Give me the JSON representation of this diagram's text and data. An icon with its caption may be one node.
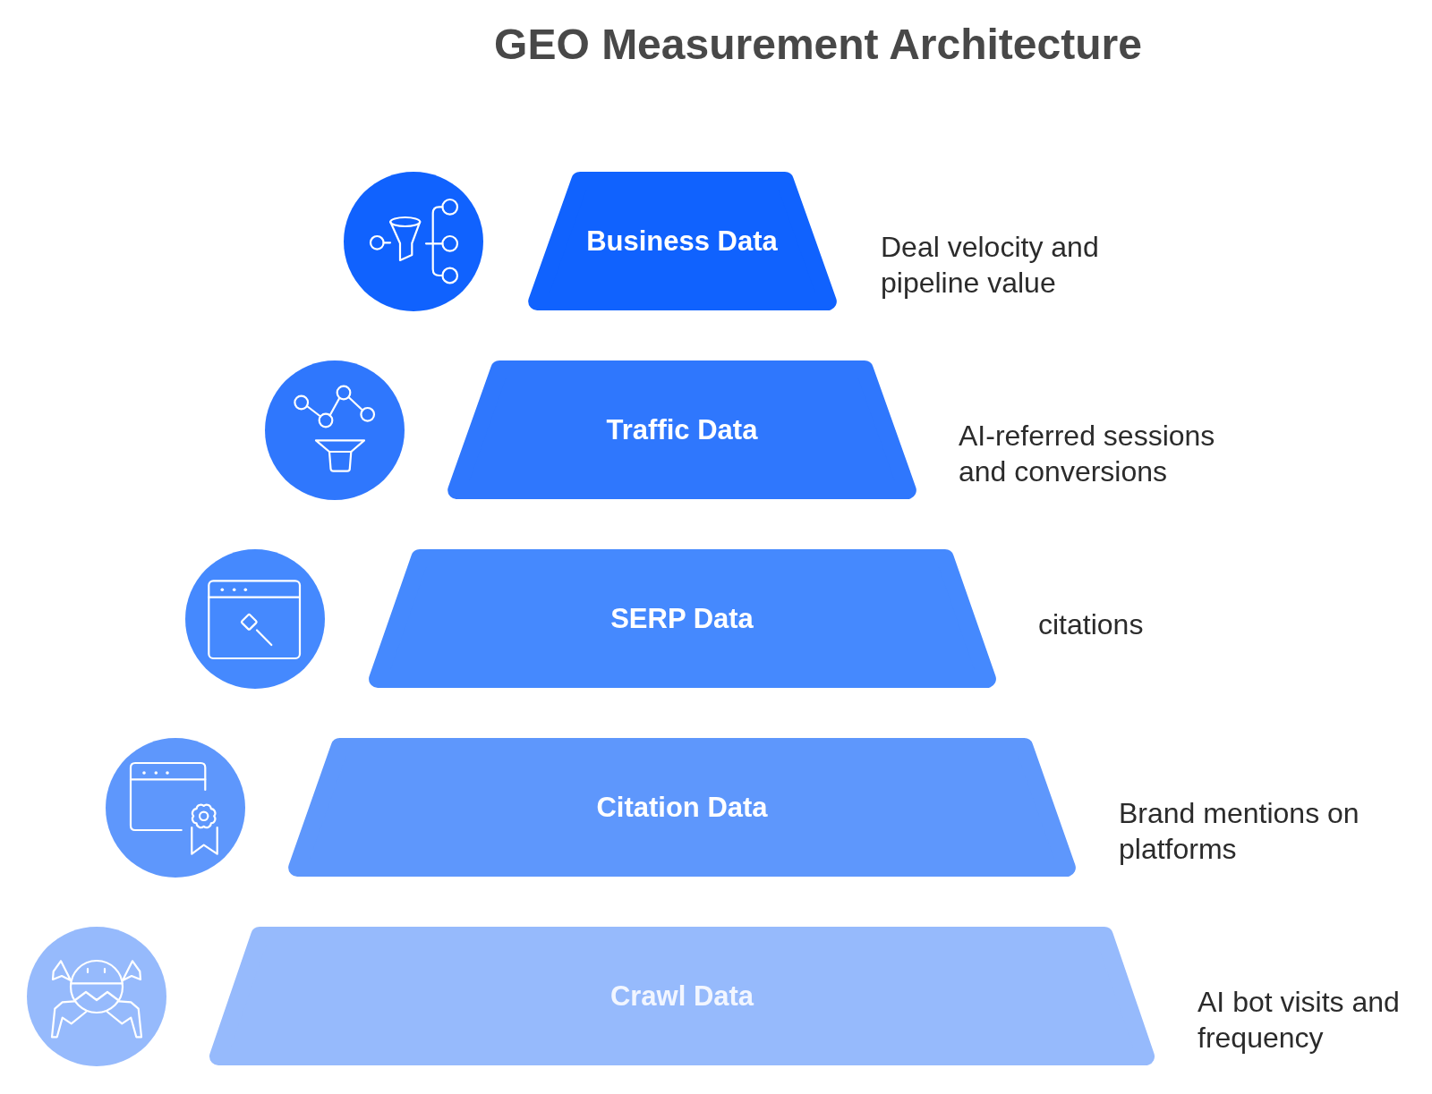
{
  "diagram": {
    "title": "GEO Measurement Architecture",
    "nodes": [
      {
        "text": [
          "Business Data"
        ],
        "beside": [
          "Deal velocity and pipeline value"
        ]
      },
      {
        "text": [
          "Traffic Data"
        ],
        "beside": [
          "AI-referred sessions and conversions"
        ]
      },
      {
        "text": [
          "SERP Data"
        ],
        "beside": [
          "citations"
        ]
      },
      {
        "text": [
          "Citation Data"
        ],
        "beside": [
          "Brand mentions on platforms"
        ]
      },
      {
        "text": [
          "Crawl Data"
        ],
        "beside": [
          "AI bot visits and frequency"
        ]
      }
    ]
  }
}
